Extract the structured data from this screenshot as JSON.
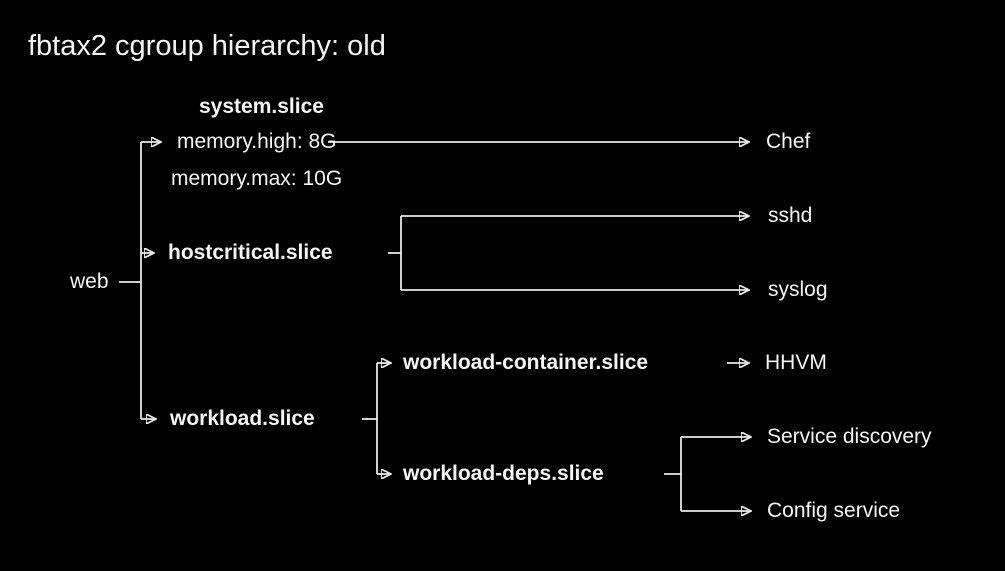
{
  "title": "fbtax2 cgroup hierarchy: old",
  "colors": {
    "background": "#000000",
    "text": "#f5f5f5",
    "line": "#e8e8e8"
  },
  "nodes": {
    "web": "web",
    "system_slice": "system.slice",
    "memory_high": "memory.high: 8G",
    "memory_max": "memory.max: 10G",
    "hostcritical_slice": "hostcritical.slice",
    "workload_slice": "workload.slice",
    "workload_container_slice": "workload-container.slice",
    "workload_deps_slice": "workload-deps.slice",
    "chef": "Chef",
    "sshd": "sshd",
    "syslog": "syslog",
    "hhvm": "HHVM",
    "service_discovery": "Service discovery",
    "config_service": "Config service"
  },
  "hierarchy": {
    "root": "web",
    "children": [
      {
        "name": "system.slice",
        "attributes": [
          "memory.high: 8G",
          "memory.max: 10G"
        ],
        "arrows_to": [
          "Chef"
        ]
      },
      {
        "name": "hostcritical.slice",
        "arrows_to": [
          "sshd",
          "syslog"
        ]
      },
      {
        "name": "workload.slice",
        "children": [
          {
            "name": "workload-container.slice",
            "arrows_to": [
              "HHVM"
            ]
          },
          {
            "name": "workload-deps.slice",
            "arrows_to": [
              "Service discovery",
              "Config service"
            ]
          }
        ]
      }
    ]
  }
}
